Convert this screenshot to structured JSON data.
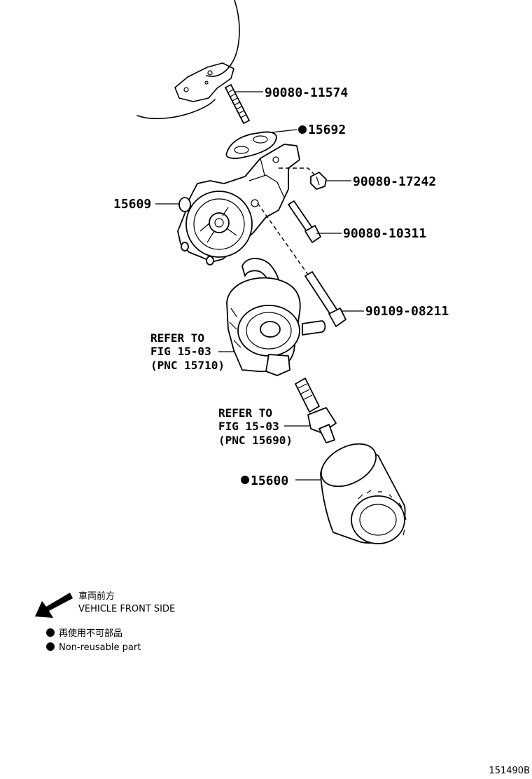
{
  "parts": {
    "stud_bolt": "90080-11574",
    "gasket": "15692",
    "bracket": "15609",
    "nut": "90080-17242",
    "bolt": "90080-10311",
    "long_bolt": "90109-08211",
    "oil_filter": "15600"
  },
  "refs": {
    "cooler": {
      "line1": "REFER TO",
      "line2": "FIG 15-03",
      "line3": "(PNC 15710)"
    },
    "union": {
      "line1": "REFER TO",
      "line2": "FIG 15-03",
      "line3": "(PNC 15690)"
    }
  },
  "legend": {
    "front_jp": "車両前方",
    "front_en": "VEHICLE FRONT SIDE",
    "nonreuse_jp": "再使用不可部品",
    "nonreuse_en": "Non-reusable part"
  },
  "figure_id": "151490B"
}
